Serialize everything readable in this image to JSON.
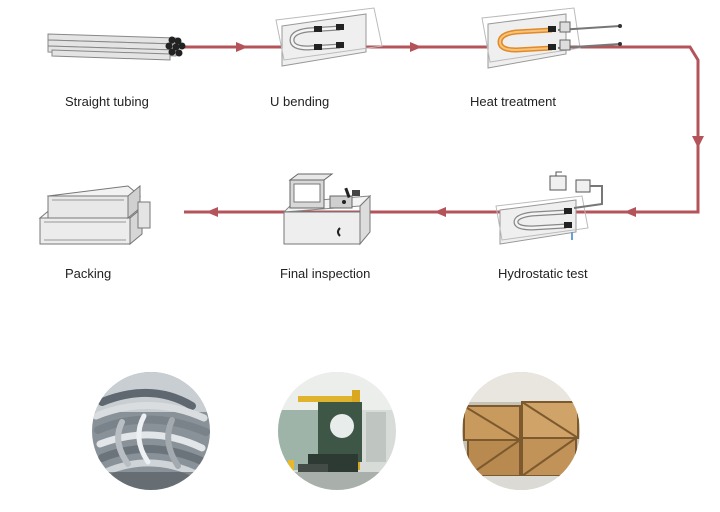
{
  "process": {
    "steps": [
      {
        "id": "straight-tubing",
        "label": "Straight tubing",
        "icon": "tube-bundle-icon"
      },
      {
        "id": "u-bending",
        "label": "U bending",
        "icon": "u-bend-plate-icon"
      },
      {
        "id": "heat-treatment",
        "label": "Heat treatment",
        "icon": "heat-treatment-icon"
      },
      {
        "id": "hydrostatic-test",
        "label": "Hydrostatic test",
        "icon": "pressure-test-icon"
      },
      {
        "id": "final-inspection",
        "label": "Final inspection",
        "icon": "inspection-machine-icon"
      },
      {
        "id": "packing",
        "label": "Packing",
        "icon": "crates-icon"
      }
    ],
    "arrow_color": "#b5535a",
    "accent_color": "#e08a2a"
  },
  "photos": [
    {
      "id": "u-tube-coils",
      "icon": "u-tube-coils-photo"
    },
    {
      "id": "bending-machine",
      "icon": "bending-machine-photo"
    },
    {
      "id": "wooden-crates",
      "icon": "wooden-crates-photo"
    }
  ]
}
